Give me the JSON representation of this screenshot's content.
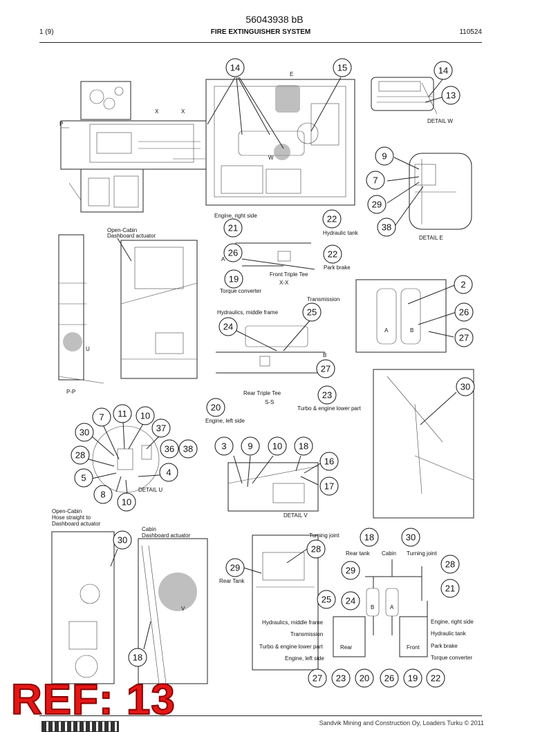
{
  "header": {
    "doc_number": "56043938 bB",
    "page": "1 (9)",
    "title": "FIRE EXTINGUISHER SYSTEM",
    "date": "110524"
  },
  "labels": {
    "view_p": "P",
    "view_x1": "X",
    "view_x2": "X",
    "view_e": "E",
    "view_w": "W",
    "detail_w": "DETAIL W",
    "detail_e": "DETAIL E",
    "detail_u": "DETAIL U",
    "detail_v": "DETAIL V",
    "open_cabin": "Open-Cabin",
    "dashboard_actuator": "Dashboard actuator",
    "u_mark": "U",
    "pp": "P-P",
    "engine_right_side": "Engine, right side",
    "hydraulic_tank": "Hydraulic tank",
    "park_brake": "Park brake",
    "front_triple_tee": "Front Triple Tee",
    "xx": "X-X",
    "torque_converter": "Torque converter",
    "a_mark": "A",
    "transmission": "Transmission",
    "hydraulics_middle_frame": "Hydraulics, middle frame",
    "b_mark": "B",
    "rear_triple_tee": "Rear Triple Tee",
    "ss": "S-S",
    "turbo_engine_lower_part": "Turbo & engine lower part",
    "engine_left_side": "Engine, left side",
    "det2_a": "A",
    "det2_b": "B",
    "hose_line1": "Open-Cabin",
    "hose_line2": "Hose straight to",
    "hose_line3": "Dashboard actuator",
    "cabin": "Cabin",
    "cabin_dash": "Dashboard actuator",
    "v_mark": "V",
    "turning_joint": "Turning joint",
    "rear_tank": "Rear Tank",
    "sch_rear_tank": "Rear tank",
    "sch_cabin": "Cabin",
    "sch_turning_joint": "Turning joint",
    "sch_hyd_mid": "Hydraulics, middle frame",
    "sch_transmission": "Transmission",
    "sch_turbo": "Turbo & engine lower part",
    "sch_eng_left": "Engine, left side",
    "sch_rear": "Rear",
    "sch_front": "Front",
    "sch_eng_right": "Engine, right side",
    "sch_hyd_tank": "Hydraulic tank",
    "sch_park_brake": "Park brake",
    "sch_torque": "Torque converter",
    "sch_b": "B",
    "sch_a": "A"
  },
  "callouts": {
    "c14a": "14",
    "c15": "15",
    "c14b": "14",
    "c13": "13",
    "c9": "9",
    "c7": "7",
    "c29": "29",
    "c38": "38",
    "c21": "21",
    "c22a": "22",
    "c26": "26",
    "c22b": "22",
    "c19": "19",
    "c2": "2",
    "c26b": "26",
    "c27b": "27",
    "c25": "25",
    "c24": "24",
    "c27": "27",
    "c23": "23",
    "c20": "20",
    "c30": "30",
    "u7": "7",
    "u11": "11",
    "u10": "10",
    "u37": "37",
    "u30": "30",
    "u36": "36",
    "u38": "38",
    "u28": "28",
    "u4": "4",
    "u5": "5",
    "u8": "8",
    "u10b": "10",
    "v3": "3",
    "v9": "9",
    "v10": "10",
    "v18": "18",
    "v16": "16",
    "v17": "17",
    "k30": "30",
    "k18": "18",
    "t28": "28",
    "t29": "29",
    "s18": "18",
    "s30": "30",
    "s28": "28",
    "s29": "29",
    "s21": "21",
    "s25": "25",
    "s24": "24",
    "s27": "27",
    "s23": "23",
    "s20": "20",
    "s26": "26",
    "s19": "19",
    "s22": "22"
  },
  "footer": {
    "company": "Sandvik Mining and Construction Oy, Loaders Turku © 2011"
  },
  "stamp": {
    "ref": "REF: 13"
  },
  "colors": {
    "ref_red": "#e41616",
    "ink": "#111111",
    "shade": "#8a8a8a"
  }
}
